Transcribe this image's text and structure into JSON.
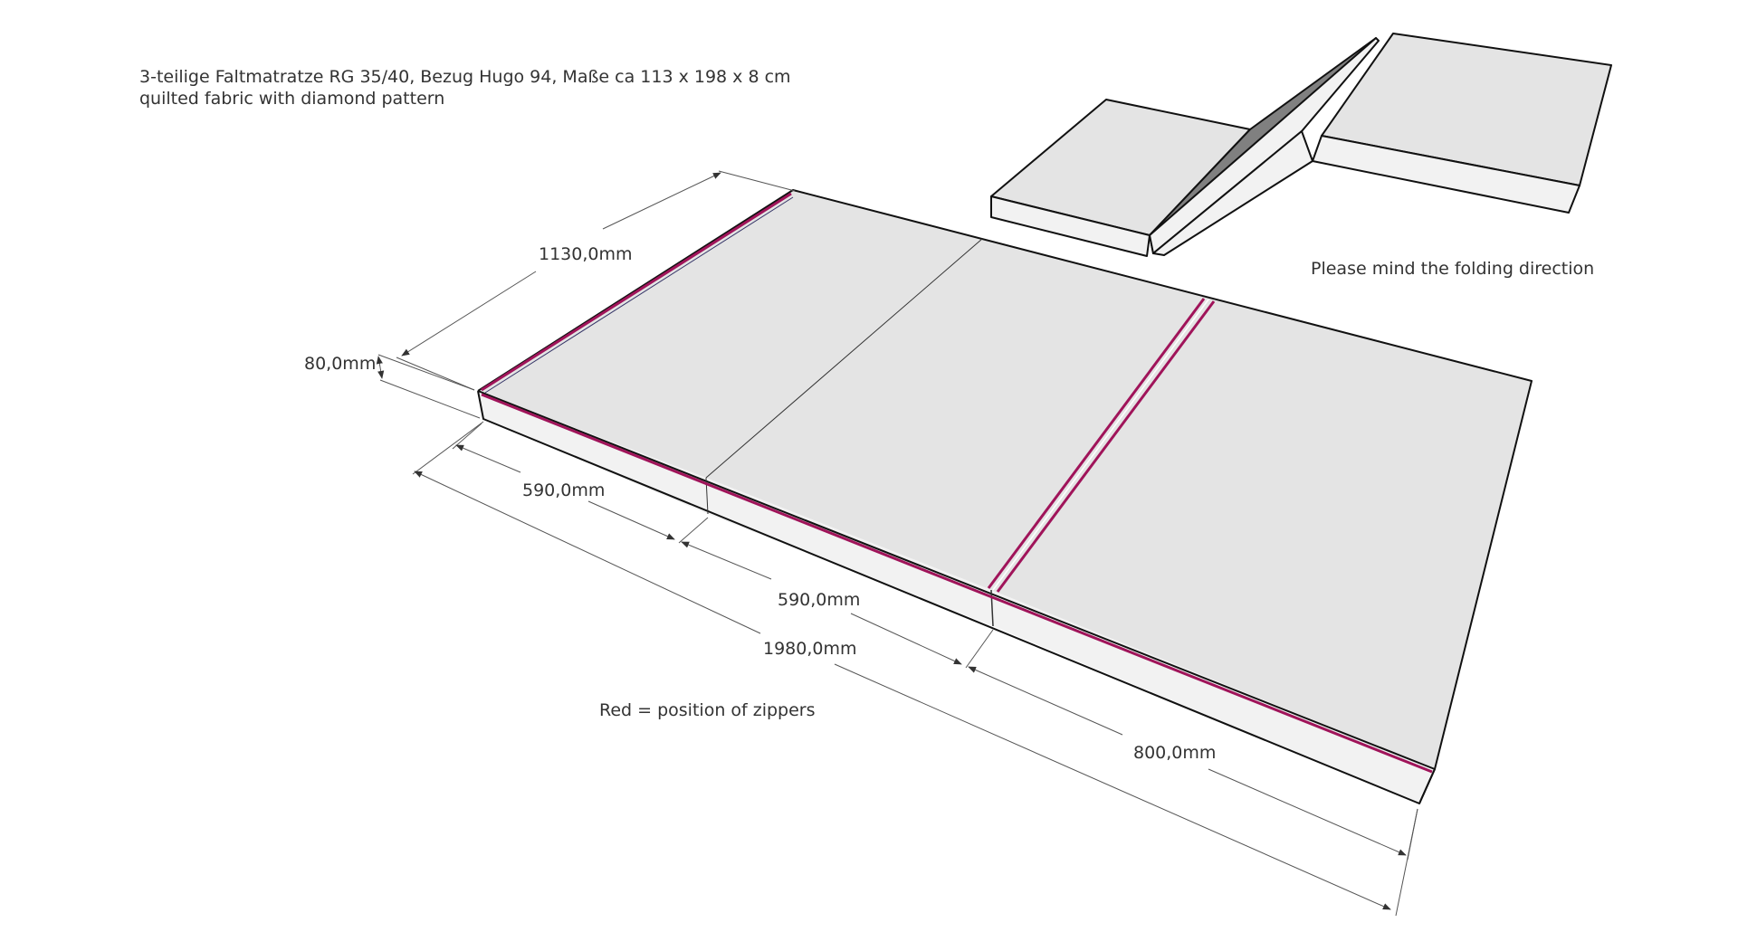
{
  "header": {
    "title_line1": "3-teilige Faltmatratze RG 35/40, Bezug Hugo 94, Maße ca 113 x 198 x 8 cm",
    "title_line2": "quilted fabric with diamond pattern"
  },
  "notes": {
    "folding": "Please mind the folding direction",
    "zippers": "Red = position of zippers"
  },
  "dimensions": {
    "width": "1130,0mm",
    "height": "80,0mm",
    "segment1": "590,0mm",
    "segment2": "590,0mm",
    "segment3": "800,0mm",
    "total_length": "1980,0mm"
  },
  "colors": {
    "top_face": "#e4e4e4",
    "side_face": "#f2f2f2",
    "dark_face": "#808080",
    "zipper": "#a0145a",
    "outline": "#111111"
  }
}
